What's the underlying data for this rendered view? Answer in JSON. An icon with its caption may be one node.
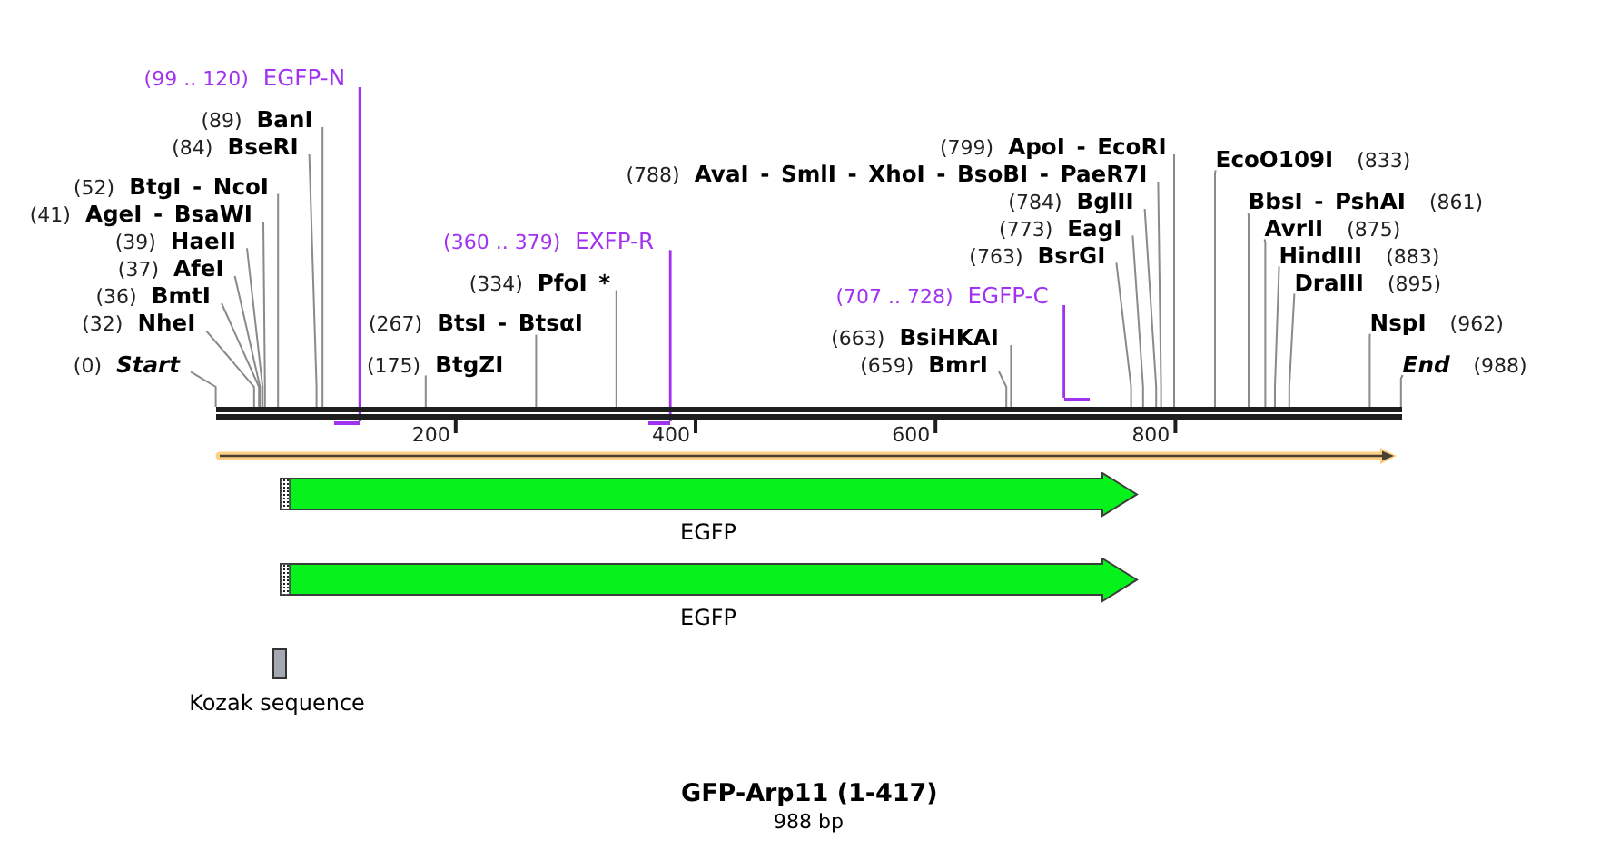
{
  "diagram": {
    "title": "GFP-Arp11 (1-417)",
    "caption": "988 bp",
    "nodes": [
      {
        "text": [
          "(99 .. 120)",
          "EGFP-N"
        ]
      },
      {
        "text": [
          "(89)",
          "BanI"
        ]
      },
      {
        "text": [
          "(84)",
          "BseRI"
        ]
      },
      {
        "text": [
          "(799)",
          "ApoI - EcoRI"
        ]
      },
      {
        "text": [
          "EcoO109I",
          "(833)"
        ]
      },
      {
        "text": [
          "(788)",
          "AvaI - SmlI - XhoI - BsoBI - PaeR7I"
        ]
      },
      {
        "text": [
          "(52)",
          "BtgI - NcoI"
        ]
      },
      {
        "text": [
          "(784)",
          "BglII"
        ]
      },
      {
        "text": [
          "BbsI - PshAI",
          "(861)"
        ]
      },
      {
        "text": [
          "(41)",
          "AgeI - BsaWI"
        ]
      },
      {
        "text": [
          "(773)",
          "EagI"
        ]
      },
      {
        "text": [
          "AvrII",
          "(875)"
        ]
      },
      {
        "text": [
          "(39)",
          "HaeII"
        ]
      },
      {
        "text": [
          "(360 .. 379)",
          "EXFP-R"
        ]
      },
      {
        "text": [
          "(763)",
          "BsrGI"
        ]
      },
      {
        "text": [
          "HindIII",
          "(883)"
        ]
      },
      {
        "text": [
          "(37)",
          "AfeI"
        ]
      },
      {
        "text": [
          "(334)",
          "PfoI *"
        ]
      },
      {
        "text": [
          "DraIII",
          "(895)"
        ]
      },
      {
        "text": [
          "(36)",
          "BmtI"
        ]
      },
      {
        "text": [
          "(707 .. 728)",
          "EGFP-C"
        ]
      },
      {
        "text": [
          "(32)",
          "NheI"
        ]
      },
      {
        "text": [
          "(267)",
          "BtsI - BtsαI"
        ]
      },
      {
        "text": [
          "NspI",
          "(962)"
        ]
      },
      {
        "text": [
          "(663)",
          "BsiHKAI"
        ]
      },
      {
        "text": [
          "(0)",
          "Start"
        ]
      },
      {
        "text": [
          "(175)",
          "BtgZI"
        ]
      },
      {
        "text": [
          "(659)",
          "BmrI"
        ]
      },
      {
        "text": [
          "End",
          "(988)"
        ]
      },
      {
        "text": [],
        "shape": "bar"
      },
      {
        "text": [],
        "shape": "bar"
      },
      {
        "text": [],
        "shape": "bar"
      },
      {
        "text": [],
        "shape": "bar"
      },
      {
        "text": [
          "EGFP"
        ]
      },
      {
        "text": [
          "EGFP"
        ]
      },
      {
        "text": [
          "Kozak sequence"
        ]
      }
    ],
    "edges": [
      {
        "from": 0,
        "to": 30,
        "arrow": "none",
        "color": "#a133f0"
      },
      {
        "from": 1,
        "to": 29,
        "arrow": "none"
      },
      {
        "from": 2,
        "to": 29,
        "arrow": "none"
      },
      {
        "from": 3,
        "to": 29,
        "arrow": "none"
      },
      {
        "from": 4,
        "to": 29,
        "arrow": "none"
      },
      {
        "from": 5,
        "to": 29,
        "arrow": "none"
      },
      {
        "from": 6,
        "to": 29,
        "arrow": "none"
      },
      {
        "from": 7,
        "to": 29,
        "arrow": "none"
      },
      {
        "from": 8,
        "to": 29,
        "arrow": "none"
      },
      {
        "from": 9,
        "to": 29,
        "arrow": "none"
      },
      {
        "from": 10,
        "to": 29,
        "arrow": "none"
      },
      {
        "from": 11,
        "to": 29,
        "arrow": "none"
      },
      {
        "from": 12,
        "to": 29,
        "arrow": "none"
      },
      {
        "from": 13,
        "to": 31,
        "arrow": "none",
        "color": "#a133f0"
      },
      {
        "from": 14,
        "to": 29,
        "arrow": "none"
      },
      {
        "from": 15,
        "to": 29,
        "arrow": "none"
      },
      {
        "from": 16,
        "to": 29,
        "arrow": "none"
      },
      {
        "from": 17,
        "to": 29,
        "arrow": "none"
      },
      {
        "from": 18,
        "to": 29,
        "arrow": "none"
      },
      {
        "from": 19,
        "to": 29,
        "arrow": "none"
      },
      {
        "from": 20,
        "to": 32,
        "arrow": "none",
        "color": "#a133f0"
      },
      {
        "from": 21,
        "to": 29,
        "arrow": "none"
      },
      {
        "from": 22,
        "to": 29,
        "arrow": "none"
      },
      {
        "from": 23,
        "to": 29,
        "arrow": "none"
      },
      {
        "from": 24,
        "to": 29,
        "arrow": "none"
      },
      {
        "from": 25,
        "to": 29,
        "arrow": "none"
      },
      {
        "from": 26,
        "to": 29,
        "arrow": "none"
      },
      {
        "from": 27,
        "to": 29,
        "arrow": "none"
      },
      {
        "from": 28,
        "to": 29,
        "arrow": "none"
      }
    ],
    "labels": [
      "200",
      "400",
      "600",
      "800"
    ]
  }
}
